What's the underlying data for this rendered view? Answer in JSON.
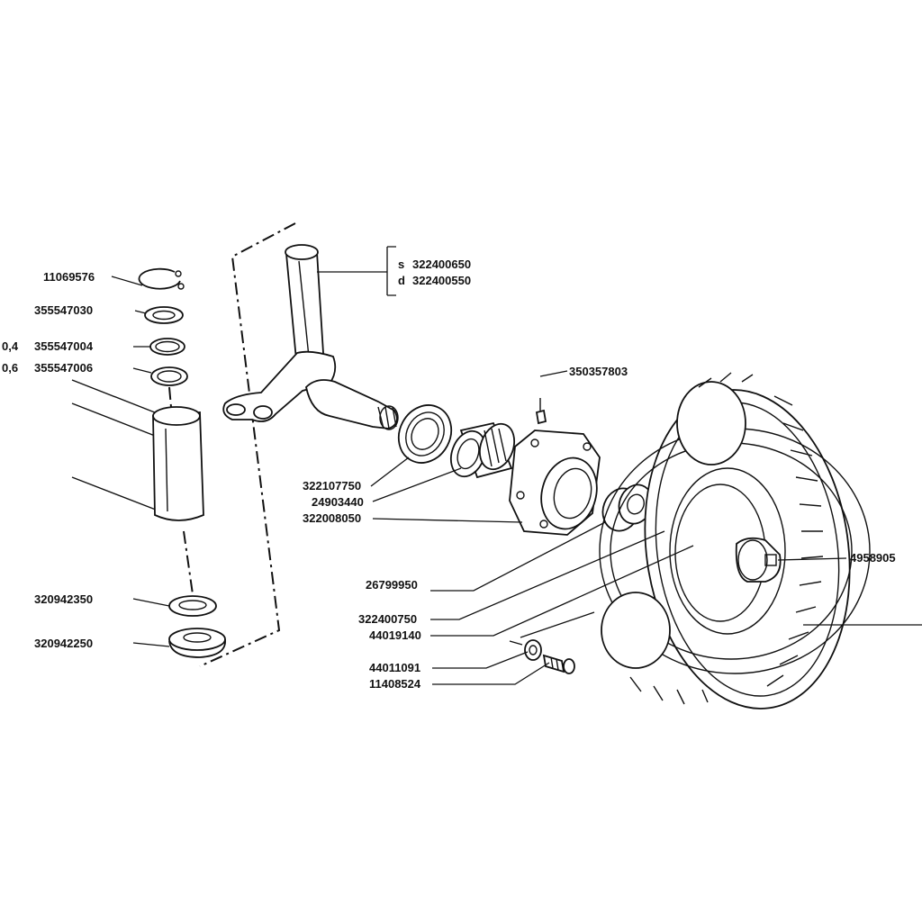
{
  "diagram": {
    "labels": {
      "p11069576": "11069576",
      "p355547030": "355547030",
      "shim04_thk": "0,4",
      "p355547004": "355547004",
      "shim06_thk": "0,6",
      "p355547006": "355547006",
      "side_s": "s",
      "p322400650": "322400650",
      "side_d": "d",
      "p322400550": "322400550",
      "p350357803": "350357803",
      "p322107750": "322107750",
      "p24903440": "24903440",
      "p322008050": "322008050",
      "p26799950": "26799950",
      "p322400750": "322400750",
      "p44019140": "44019140",
      "p44011091": "44011091",
      "p11408524": "11408524",
      "p4958905": "4958905",
      "p320942350": "320942350",
      "p320942250": "320942250"
    }
  }
}
